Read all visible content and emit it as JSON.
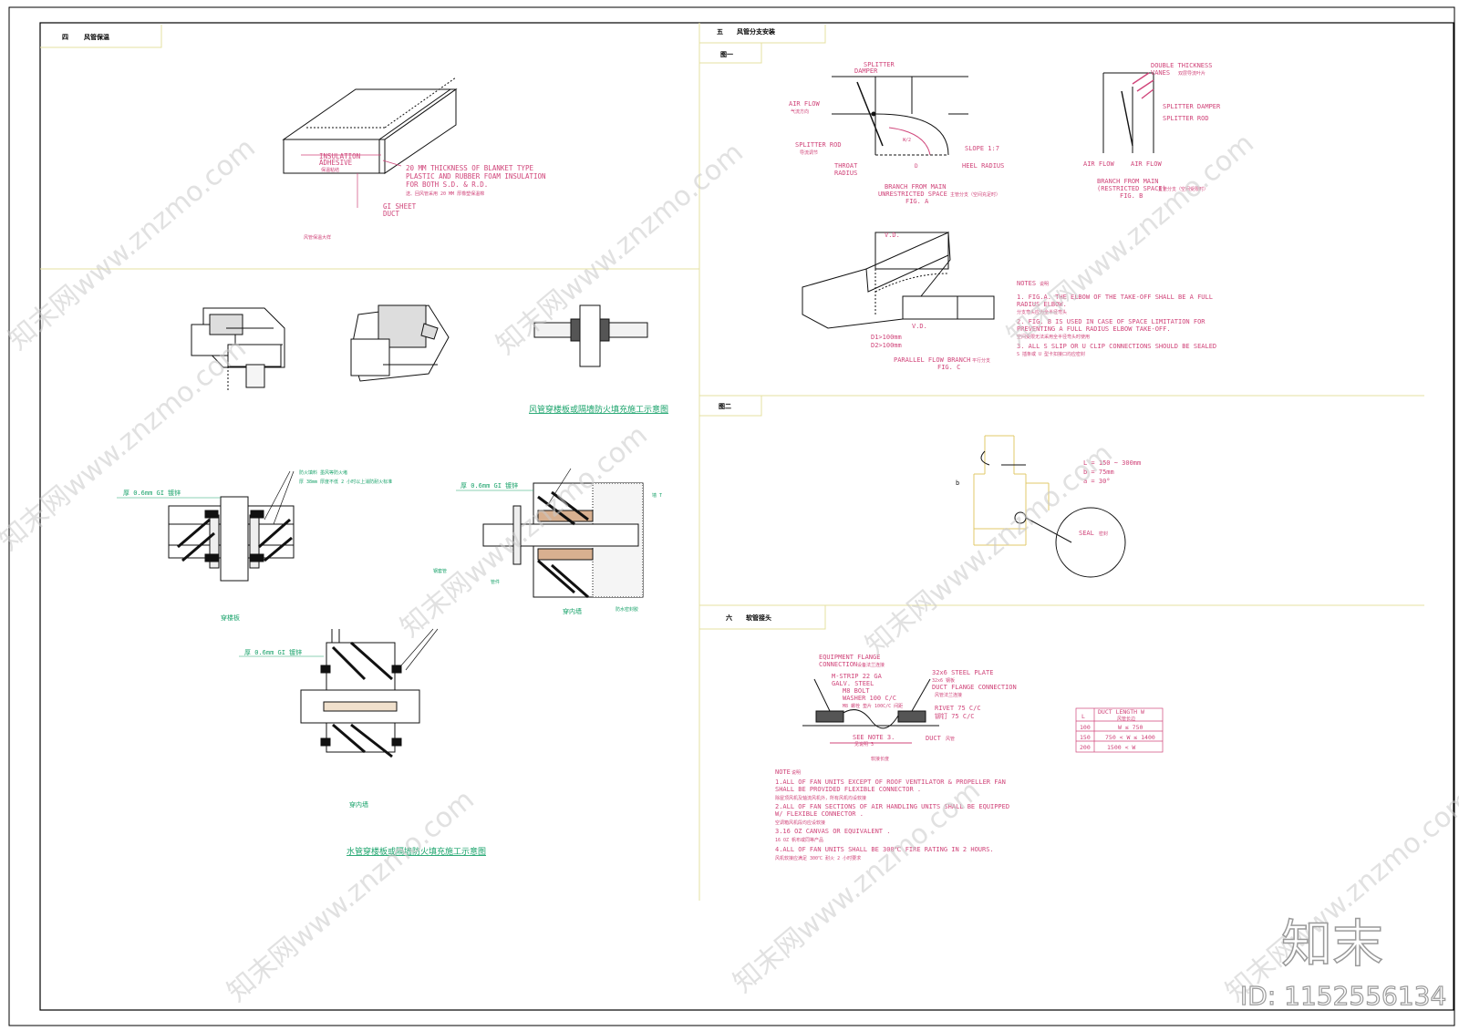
{
  "sections": {
    "s4": {
      "num": "四",
      "title": "风管保温"
    },
    "s5": {
      "num": "五",
      "title": "风管分支安装"
    },
    "s5a": {
      "title": "图一"
    },
    "s5b": {
      "title": "图二"
    },
    "s6": {
      "num": "六",
      "title": "软管接头"
    }
  },
  "insulation": {
    "ins_label": "INSULATION",
    "adhesive": "ADHESIVE",
    "adhesive_cn": "保温粘结",
    "note1": "20 MM THICKNESS OF BLANKET TYPE",
    "note2": "PLASTIC AND RUBBER FOAM INSULATION",
    "note3": "FOR BOTH S.D. & R.D.",
    "note_cn": "送、回风管采用    20 MM  厚橡塑保温棉",
    "gi1": "GI SHEET",
    "gi2": "DUCT",
    "caption": "风管保温大样"
  },
  "fire": {
    "caption_air": "风管穿楼板或隔墙防火填充施工示意图",
    "caption_water": "水管穿楼板或隔墙防火填充施工示意图",
    "lbl_floor": "穿楼板",
    "lbl_wall1": "穿内墙",
    "lbl_wall2": "穿内墙",
    "gi_1": "厚 0.6mm    GI 镀锌",
    "gi_2": "厚 0.6mm    GI 镀锌",
    "gi_3": "厚 0.6mm    GI 镀锌",
    "fill_1": "防火填料    墨风等防火堵",
    "fill_2": "厚 38mm    厚度不低  2 小时以上消防耐火标准",
    "wall": "墙 T",
    "seal": "防水密封胶",
    "pipe": "管件",
    "sleeve": "钢套管"
  },
  "branch": {
    "splitter1": "SPLITTER",
    "damper1": "DAMPER",
    "airflow": "AIR FLOW",
    "airflow_cn": "气流方向",
    "splitter_rod": "SPLITTER ROD",
    "splitter_rod_cn": "导流调节",
    "throat": "THROAT",
    "radius": "RADIUS",
    "slope": "SLOPE 1:7",
    "heel": "HEEL RADIUS",
    "w2": "W/2",
    "d_lbl": "D",
    "branch_a1": "BRANCH FROM MAIN",
    "branch_a2": "UNRESTRICTED SPACE",
    "branch_a_cn": "主管分支（空间充足时）",
    "fig_a": "FIG. A",
    "double1": "DOUBLE THICKNESS",
    "double2": "VANES",
    "double_cn": "双层导流叶片",
    "splitter_damper": "SPLITTER DAMPER",
    "splitter_rod2": "SPLITTER ROD",
    "airflow_b1": "AIR FLOW",
    "airflow_b2": "AIR FLOW",
    "branch_b1": "BRANCH FROM MAIN",
    "branch_b2": "(RESTRICTED SPACE)",
    "branch_b_cn": "主管分支（空间受限时）",
    "fig_b": "FIG. B",
    "vd1": "V.D.",
    "vd2": "V.D.",
    "d1": "D1>100mm",
    "d2": "D2>100mm",
    "parallel": "PARALLEL FLOW BRANCH",
    "parallel_cn": "平行分支",
    "fig_c": "FIG. C",
    "notes_title": "NOTES",
    "notes_cn": "说明",
    "n1a": "1. FIG.A. THE ELBOW OF THE TAKE-OFF SHALL BE A FULL",
    "n1b": "   RADIUS ELBOW.",
    "n1c": "   分支弯头应为全半径弯头",
    "n2a": "2. FIG. B IS USED IN CASE OF SPACE LIMITATION FOR",
    "n2b": "   PREVENTING A FULL RADIUS ELBOW TAKE-OFF.",
    "n2c": "   空间受限无法采用全半径弯头时使用",
    "n3a": "3. ALL S SLIP OR U CLIP CONNECTIONS SHOULD BE SEALED",
    "n3b": "   S 插条或 U 型卡扣接口均应密封"
  },
  "fig2": {
    "l1": "L = 150 ~ 300mm",
    "l2": "b = 75mm",
    "l3": "a = 30°",
    "b_lbl": "b",
    "seal": "SEAL",
    "seal_cn": "密封"
  },
  "flex": {
    "eq1": "EQUIPMENT FLANGE",
    "eq2": "CONNECTION",
    "eq_cn": "设备法兰连接",
    "m1": "M-STRIP 22 GA",
    "m2": "GALV. STEEL",
    "m3": "M8 BOLT",
    "m4": "WASHER 100 C/C",
    "m_cn": "M8 螺栓 垫片 100C/C 间距",
    "s1": "32x6 STEEL PLATE",
    "s2": "32x6 钢板",
    "s3": "DUCT FLANGE CONNECTION",
    "s_cn": "风管法兰连接",
    "rivet1": "RIVET 75 C/C",
    "rivet2": "铆钉 75 C/C",
    "duct": "DUCT",
    "duct_cn": "风管",
    "see": "SEE NOTE 3.",
    "see_cn": "见说明 3",
    "width": "软接长度",
    "note_title": "NOTE",
    "note_cn": "说明",
    "n1a": "1.ALL OF FAN UNITS EXCEPT OF ROOF VENTILATOR & PROPELLER FAN",
    "n1b": "  SHALL BE PROVIDED FLEXIBLE CONNECTOR .",
    "n1c": "  除屋顶风机及轴流风机外，所有风机均设软接",
    "n2a": "2.ALL OF FAN SECTIONS OF AIR HANDLING UNITS SHALL BE EQUIPPED",
    "n2b": "  W/ FLEXIBLE CONNECTOR .",
    "n2c": "  空调箱风机段均应设软接",
    "n3a": "3.16 OZ CANVAS OR EQUIVALENT .",
    "n3b": "  16 OZ 帆布或同等产品",
    "n4a": "4.ALL OF FAN UNITS SHALL BE 300℃ FIRE RATING IN 2 HOURS.",
    "n4b": "  风机软接应满足 300℃ 耐火 2 小时要求",
    "table": {
      "h1": "L",
      "h2": "DUCT LENGTH  W",
      "h2_cn": "风管长边",
      "rows": [
        {
          "l": "100",
          "w": "W ≤ 750"
        },
        {
          "l": "150",
          "w": "750 < W ≤ 1400"
        },
        {
          "l": "200",
          "w": "1500 < W"
        }
      ]
    }
  },
  "watermark": {
    "site": "知末网www.znzmo.com",
    "brand": "知末",
    "id": "ID: 1152556134"
  },
  "colors": {
    "line": "#111111",
    "pink": "#d0457a",
    "green": "#1aa36b",
    "yellow": "#e0c868",
    "frame": "#000000"
  }
}
